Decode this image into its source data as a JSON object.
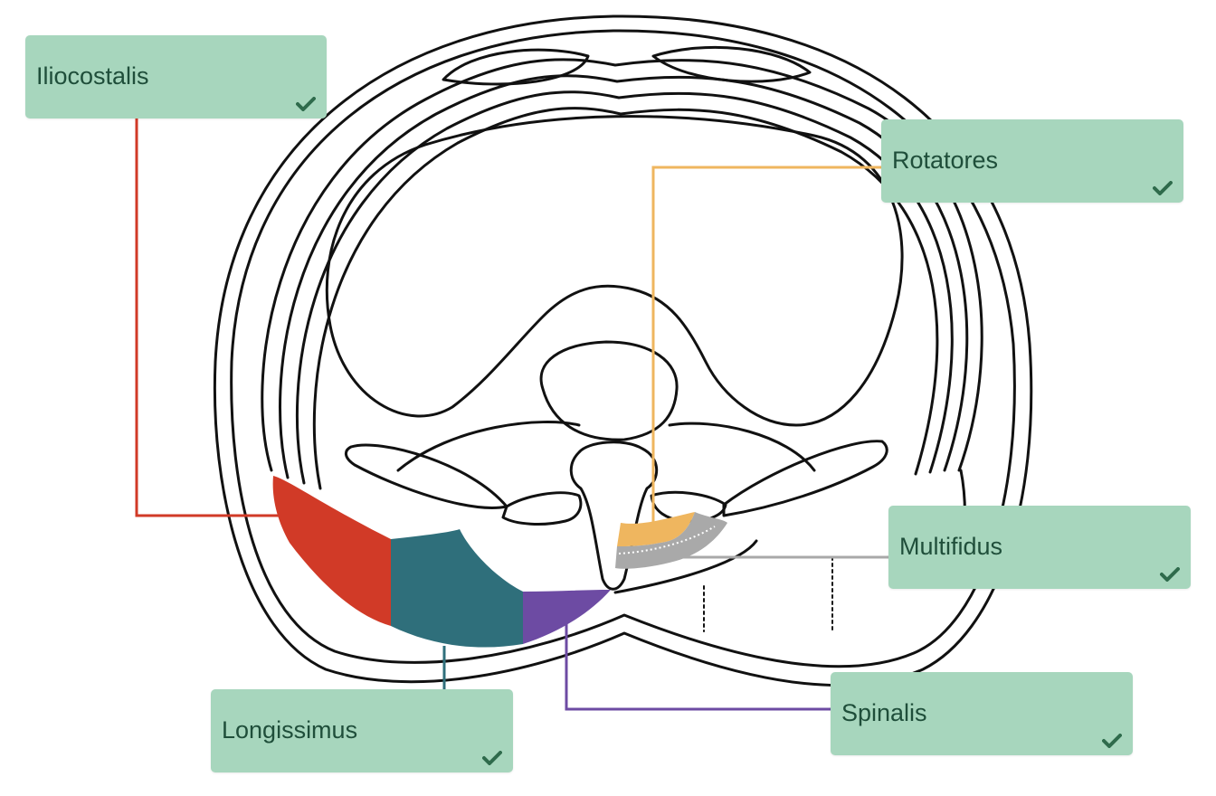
{
  "labels": {
    "iliocostalis": "Iliocostalis",
    "rotatores": "Rotatores",
    "multifidus": "Multifidus",
    "spinalis": "Spinalis",
    "longissimus": "Longissimus"
  },
  "icons": {
    "check": "check-icon"
  },
  "colors": {
    "label_bg": "#a7d6bd",
    "label_text": "#1f4e3a",
    "check": "#2f6b4c",
    "iliocostalis": "#d13a27",
    "longissimus": "#2f6f7b",
    "spinalis": "#6d4ba3",
    "rotatores": "#efb65f",
    "multifidus": "#a9a9a9"
  }
}
